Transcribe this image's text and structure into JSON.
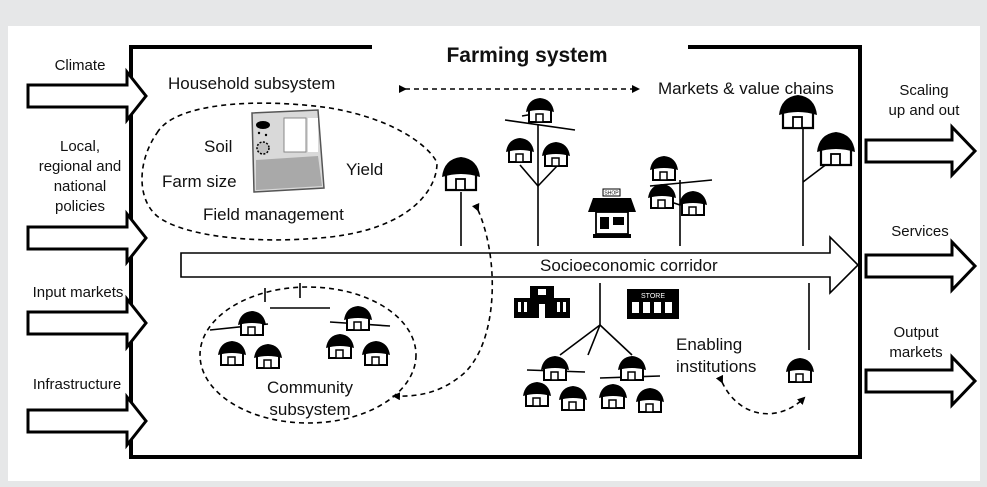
{
  "title": "Farming system",
  "inputs": [
    "Climate",
    "Local,",
    "regional and",
    "national",
    "policies",
    "Input markets",
    "Infrastructure"
  ],
  "outputs": [
    "Scaling",
    "up and out",
    "Services",
    "Output",
    "markets"
  ],
  "household": {
    "label": "Household subsystem",
    "soil": "Soil",
    "farm_size": "Farm size",
    "yield": "Yield",
    "field_management": "Field management"
  },
  "markets_label": "Markets & value chains",
  "corridor_label": "Socioeconomic corridor",
  "community": {
    "line1": "Community",
    "line2": "subsystem"
  },
  "institutions": {
    "line1": "Enabling",
    "line2": "institutions"
  },
  "shop_sign": "SHOP",
  "store_sign": "STORE"
}
